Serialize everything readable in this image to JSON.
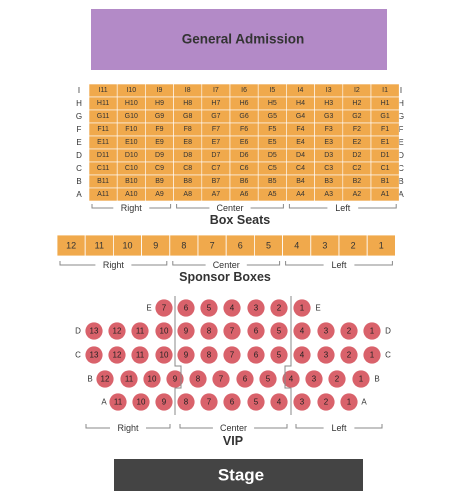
{
  "colors": {
    "general_admission": "#b38ac7",
    "box_seat": "#f0a94c",
    "box_seat_stroke": "#ffffff",
    "vip_seat": "#d9626b",
    "stage": "#444444",
    "divider": "#888888"
  },
  "general_admission": {
    "label": "General Admission"
  },
  "box_seats": {
    "title": "Box Seats",
    "rows": [
      "I",
      "H",
      "G",
      "F",
      "E",
      "D",
      "C",
      "B",
      "A"
    ],
    "seat_numbers": [
      11,
      10,
      9,
      8,
      7,
      6,
      5,
      4,
      3,
      2,
      1
    ],
    "sections": [
      {
        "label": "Right",
        "seats": [
          11,
          10,
          9
        ]
      },
      {
        "label": "Center",
        "seats": [
          8,
          7,
          6,
          5
        ]
      },
      {
        "label": "Left",
        "seats": [
          4,
          3,
          2,
          1
        ]
      }
    ]
  },
  "sponsor_boxes": {
    "title": "Sponsor Boxes",
    "boxes": [
      "12",
      "11",
      "10",
      "9",
      "8",
      "7",
      "6",
      "5",
      "4",
      "3",
      "2",
      "1"
    ],
    "sections": [
      {
        "label": "Right",
        "boxes": [
          "12",
          "11",
          "10",
          "9"
        ]
      },
      {
        "label": "Center",
        "boxes": [
          "8",
          "7",
          "6",
          "5"
        ]
      },
      {
        "label": "Left",
        "boxes": [
          "4",
          "3",
          "2",
          "1"
        ]
      }
    ]
  },
  "vip": {
    "title": "VIP",
    "rows": [
      {
        "row": "E",
        "right": [
          "7"
        ],
        "center": [
          "6",
          "5",
          "4",
          "3",
          "2"
        ],
        "left": [
          "1"
        ]
      },
      {
        "row": "D",
        "right": [
          "13",
          "12",
          "11",
          "10"
        ],
        "center": [
          "9",
          "8",
          "7",
          "6",
          "5"
        ],
        "left": [
          "4",
          "3",
          "2",
          "1"
        ]
      },
      {
        "row": "C",
        "right": [
          "13",
          "12",
          "11",
          "10"
        ],
        "center": [
          "9",
          "8",
          "7",
          "6",
          "5"
        ],
        "left": [
          "4",
          "3",
          "2",
          "1"
        ]
      },
      {
        "row": "B",
        "right": [
          "12",
          "11",
          "10",
          "9"
        ],
        "center": [
          "8",
          "7",
          "6",
          "5"
        ],
        "left": [
          "4",
          "3",
          "2",
          "1"
        ]
      },
      {
        "row": "A",
        "right": [
          "11",
          "10",
          "9"
        ],
        "center": [
          "8",
          "7",
          "6",
          "5",
          "4"
        ],
        "left": [
          "3",
          "2",
          "1"
        ]
      }
    ],
    "section_labels": [
      "Right",
      "Center",
      "Left"
    ]
  },
  "stage": {
    "label": "Stage"
  }
}
